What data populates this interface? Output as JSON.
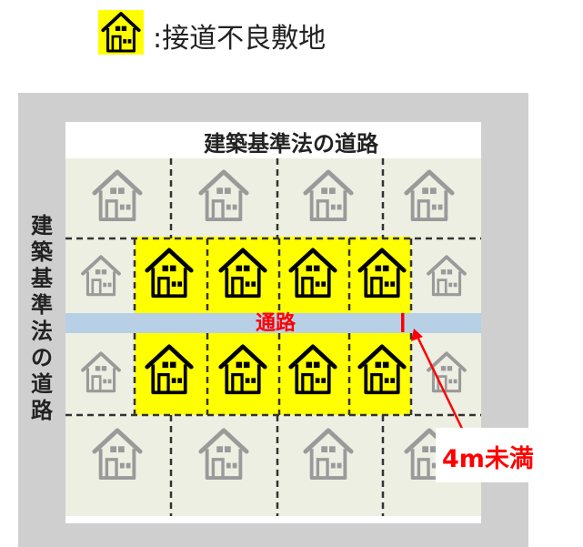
{
  "legend": {
    "icon": "house-yellow-icon",
    "text": ":接道不良敷地"
  },
  "roads": {
    "top_label": "建築基準法の道路",
    "left_label": "建築基準法の道路",
    "path_label": "通路"
  },
  "annotation": {
    "text": "4m未満"
  },
  "colors": {
    "road": "#cfcfcf",
    "block": "#edefe3",
    "path": "#b7d0e6",
    "highlight": "#ffff00",
    "house_gray": "#9a9a9a",
    "house_dark": "#000000",
    "accent_red": "#ff0000"
  },
  "lots": {
    "rows": [
      [
        "normal",
        "normal",
        "normal",
        "normal"
      ],
      [
        "normal",
        "landlocked",
        "landlocked",
        "landlocked",
        "landlocked",
        "normal"
      ],
      [
        "normal",
        "landlocked",
        "landlocked",
        "landlocked",
        "landlocked",
        "normal"
      ],
      [
        "normal",
        "normal",
        "normal",
        "normal"
      ]
    ]
  }
}
